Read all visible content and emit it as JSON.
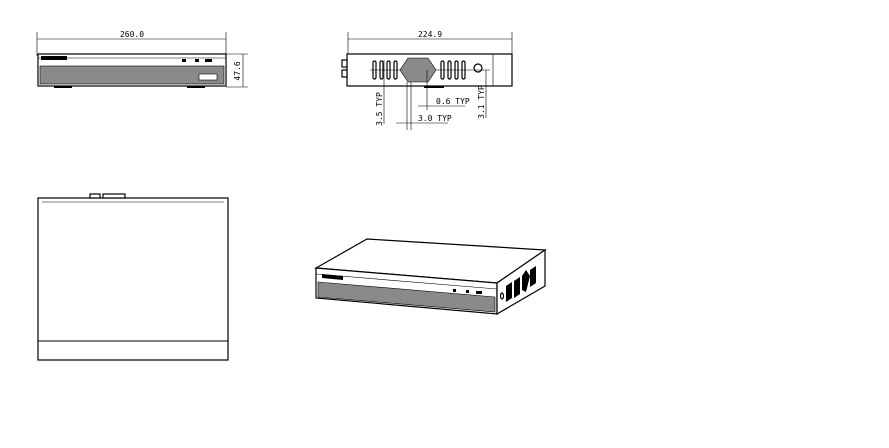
{
  "drawing": {
    "front_view": {
      "width_label": "260.0",
      "height_label": "47.6"
    },
    "side_view": {
      "depth_label": "224.9",
      "callouts": [
        "3.5 TYP",
        "0.6 TYP",
        "3.0 TYP",
        "3.1 TYP"
      ]
    }
  }
}
